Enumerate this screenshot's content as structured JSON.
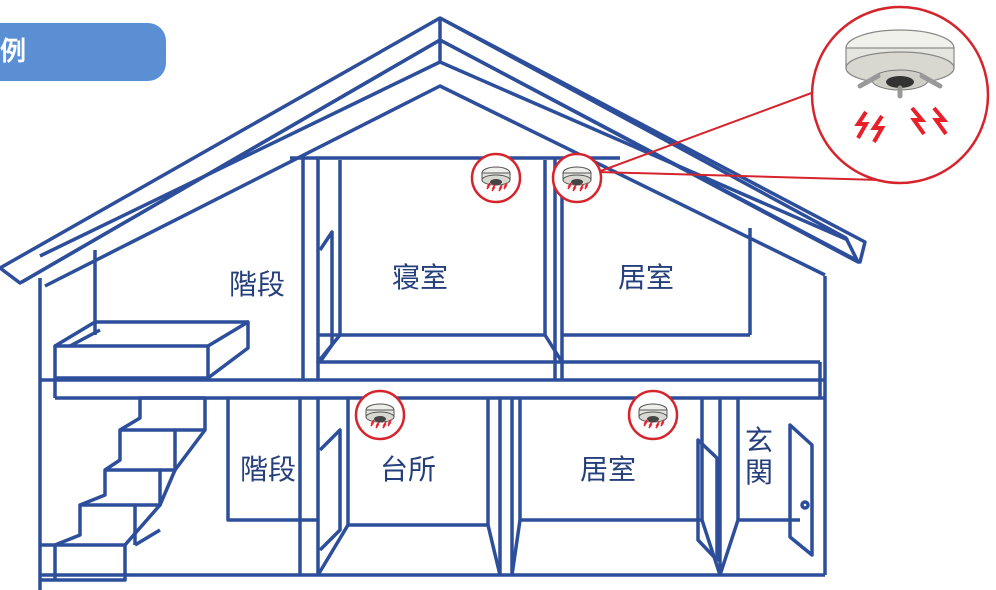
{
  "tab": {
    "label": "例"
  },
  "rooms": {
    "upper_stairs": "階段",
    "bedroom": "寝室",
    "upper_living": "居室",
    "lower_stairs": "階段",
    "kitchen": "台所",
    "lower_living": "居室",
    "entrance": "玄関"
  },
  "colors": {
    "house_line": "#2d4e9a",
    "label_text": "#253f7c",
    "tab_bg": "#5b8fd3",
    "alarm_circle": "#d6242c",
    "alarm_spark": "#e8202a",
    "detector_body": "#eeeeea"
  },
  "icons": {
    "detector": "smoke-alarm-icon",
    "spark": "lightning-spark-icon"
  }
}
